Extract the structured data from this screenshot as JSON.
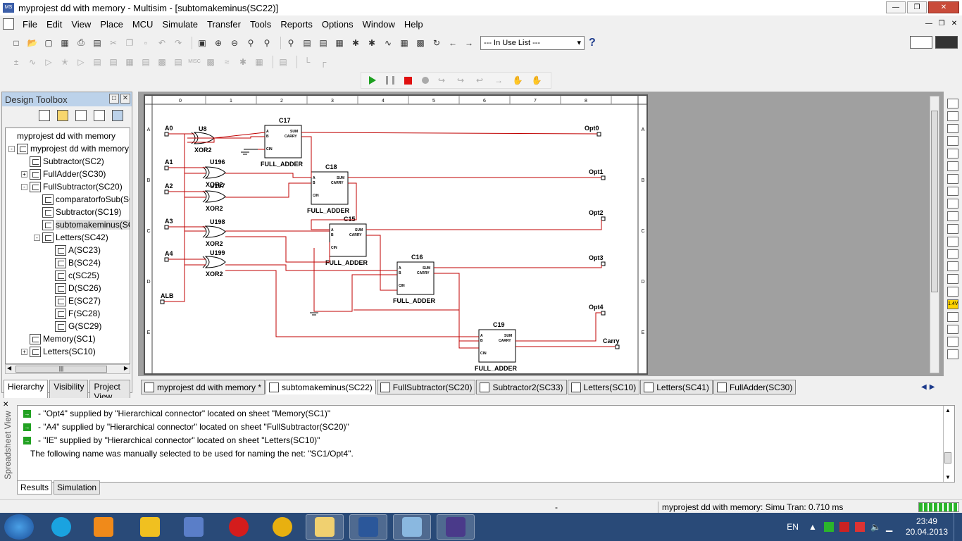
{
  "window": {
    "title": "myprojest dd with memory - Multisim - [subtomakeminus(SC22)]"
  },
  "menu": [
    "File",
    "Edit",
    "View",
    "Place",
    "MCU",
    "Simulate",
    "Transfer",
    "Tools",
    "Reports",
    "Options",
    "Window",
    "Help"
  ],
  "toolbar": {
    "in_use_list": "--- In Use List ---",
    "help": "?"
  },
  "toolbox": {
    "title": "Design Toolbox",
    "tree": [
      {
        "label": "myprojest dd with memory",
        "depth": 0,
        "expander": "",
        "selected": false,
        "icon": false
      },
      {
        "label": "myprojest dd with memory",
        "depth": 0,
        "expander": "-",
        "selected": false,
        "icon": true
      },
      {
        "label": "Subtractor(SC2)",
        "depth": 1,
        "expander": "",
        "selected": false,
        "icon": true
      },
      {
        "label": "FullAdder(SC30)",
        "depth": 1,
        "expander": "+",
        "selected": false,
        "icon": true
      },
      {
        "label": "FullSubtractor(SC20)",
        "depth": 1,
        "expander": "-",
        "selected": false,
        "icon": true
      },
      {
        "label": "comparatorfoSub(SC",
        "depth": 2,
        "expander": "",
        "selected": false,
        "icon": true
      },
      {
        "label": "Subtractor(SC19)",
        "depth": 2,
        "expander": "",
        "selected": false,
        "icon": true
      },
      {
        "label": "subtomakeminus(SC",
        "depth": 2,
        "expander": "",
        "selected": true,
        "icon": true
      },
      {
        "label": "Letters(SC42)",
        "depth": 2,
        "expander": "-",
        "selected": false,
        "icon": true
      },
      {
        "label": "A(SC23)",
        "depth": 3,
        "expander": "",
        "selected": false,
        "icon": true
      },
      {
        "label": "B(SC24)",
        "depth": 3,
        "expander": "",
        "selected": false,
        "icon": true
      },
      {
        "label": "c(SC25)",
        "depth": 3,
        "expander": "",
        "selected": false,
        "icon": true
      },
      {
        "label": "D(SC26)",
        "depth": 3,
        "expander": "",
        "selected": false,
        "icon": true
      },
      {
        "label": "E(SC27)",
        "depth": 3,
        "expander": "",
        "selected": false,
        "icon": true
      },
      {
        "label": "F(SC28)",
        "depth": 3,
        "expander": "",
        "selected": false,
        "icon": true
      },
      {
        "label": "G(SC29)",
        "depth": 3,
        "expander": "",
        "selected": false,
        "icon": true
      },
      {
        "label": "Memory(SC1)",
        "depth": 1,
        "expander": "",
        "selected": false,
        "icon": true
      },
      {
        "label": "Letters(SC10)",
        "depth": 1,
        "expander": "+",
        "selected": false,
        "icon": true
      }
    ],
    "tabs": [
      "Hierarchy",
      "Visibility",
      "Project View"
    ],
    "scroll_thumb": "|||"
  },
  "schematic": {
    "col_ticks": [
      "0",
      "1",
      "2",
      "3",
      "4",
      "5",
      "6",
      "7",
      "8"
    ],
    "row_ticks": [
      "A",
      "B",
      "C",
      "D",
      "E"
    ],
    "inputs": [
      "A0",
      "A1",
      "A2",
      "A3",
      "A4",
      "ALB"
    ],
    "gates": [
      {
        "ref": "U8",
        "type": "XOR2"
      },
      {
        "ref": "U196",
        "type": "XOR2"
      },
      {
        "ref": "U197",
        "type": "XOR2"
      },
      {
        "ref": "U198",
        "type": "XOR2"
      },
      {
        "ref": "U199",
        "type": "XOR2"
      }
    ],
    "adders": [
      {
        "ref": "C17",
        "type": "FULL_ADDER"
      },
      {
        "ref": "C18",
        "type": "FULL_ADDER"
      },
      {
        "ref": "C15",
        "type": "FULL_ADDER"
      },
      {
        "ref": "C16",
        "type": "FULL_ADDER"
      },
      {
        "ref": "C19",
        "type": "FULL_ADDER"
      }
    ],
    "pins": {
      "a": "A",
      "b": "B",
      "cin": "CIN",
      "sum": "SUM",
      "carry": "CARRY"
    },
    "outputs": [
      "Opt0",
      "Opt1",
      "Opt2",
      "Opt3",
      "Opt4",
      "Carry"
    ],
    "wire_color": "#c00000"
  },
  "sheet_tabs": [
    {
      "label": "myprojest dd with memory *",
      "active": false
    },
    {
      "label": "subtomakeminus(SC22)",
      "active": true
    },
    {
      "label": "FullSubtractor(SC20)",
      "active": false
    },
    {
      "label": "Subtractor2(SC33)",
      "active": false
    },
    {
      "label": "Letters(SC10)",
      "active": false
    },
    {
      "label": "Letters(SC41)",
      "active": false
    },
    {
      "label": "FullAdder(SC30)",
      "active": false
    }
  ],
  "spreadsheet": {
    "side_label": "Spreadsheet View",
    "lines": [
      {
        "text": "- \"Opt4\" supplied by \"Hierarchical connector\" located on sheet \"Memory(SC1)\"",
        "arrow": true
      },
      {
        "text": "- \"A4\" supplied by \"Hierarchical connector\" located on sheet \"FullSubtractor(SC20)\"",
        "arrow": true
      },
      {
        "text": "- \"IE\" supplied by \"Hierarchical connector\" located on sheet \"Letters(SC10)\"",
        "arrow": true
      },
      {
        "text": "The following name was manually selected to be used for naming the net: \"SC1/Opt4\".",
        "arrow": false
      }
    ],
    "tabs": [
      "Results",
      "Simulation"
    ]
  },
  "status": {
    "dash": "-",
    "text": "myprojest dd with memory: Simu  Tran: 0.710 ms",
    "progress": 1.0
  },
  "taskbar": {
    "apps": [
      "skype",
      "media-player",
      "app-lightning",
      "search-app",
      "opera",
      "chrome",
      "explorer",
      "word",
      "paint",
      "multisim"
    ],
    "lang": "EN",
    "time": "23:49",
    "date": "20.04.2013"
  }
}
